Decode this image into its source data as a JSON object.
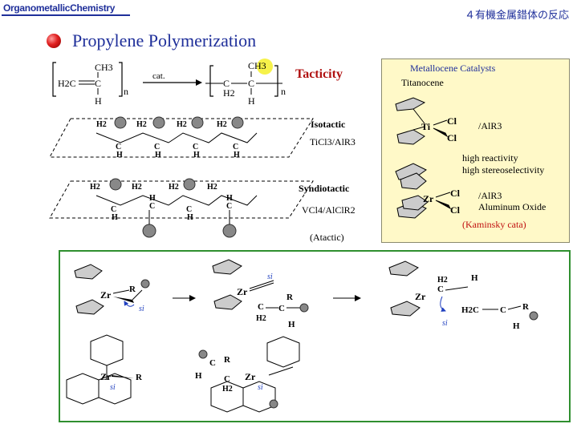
{
  "header": {
    "left_label": "OrganometallicChemistry",
    "right_label": "４有機金属錯体の反応"
  },
  "title": "Propylene Polymerization",
  "tacticity_label": "Tacticity",
  "scheme": {
    "catalyst_label": "cat.",
    "monomer": {
      "ch3": "CH3",
      "h2c": "H2C",
      "c": "C",
      "h": "H",
      "n": "n"
    },
    "polymer": {
      "ch3": "CH3",
      "c": "C",
      "h2": "H2",
      "h": "H",
      "n": "n"
    }
  },
  "isotactic": {
    "label": "Isotactic",
    "reagent": "TiCl3/AlR3"
  },
  "syndiotactic": {
    "label": "Syndiotactic",
    "reagent": "VCl4/AlClR2"
  },
  "atactic_label": "(Atactic)",
  "metallocene": {
    "title": "Metallocene Catalysts",
    "subtitle": "Titanocene",
    "ti_label": "Ti",
    "cl_label": "Cl",
    "ti_cocatalyst": "/AlR3",
    "properties": [
      "high reactivity",
      "high stereoselectivity"
    ],
    "zr_label": "Zr",
    "zr_cocatalyst": "/AlR3",
    "zr_alt": "Aluminum Oxide",
    "note": "(Kaminsky cata)"
  },
  "mechanism": {
    "zr": "Zr",
    "r": "R",
    "si": "si",
    "h": "H",
    "h2": "H2",
    "h2c": "H2C",
    "c": "C"
  }
}
